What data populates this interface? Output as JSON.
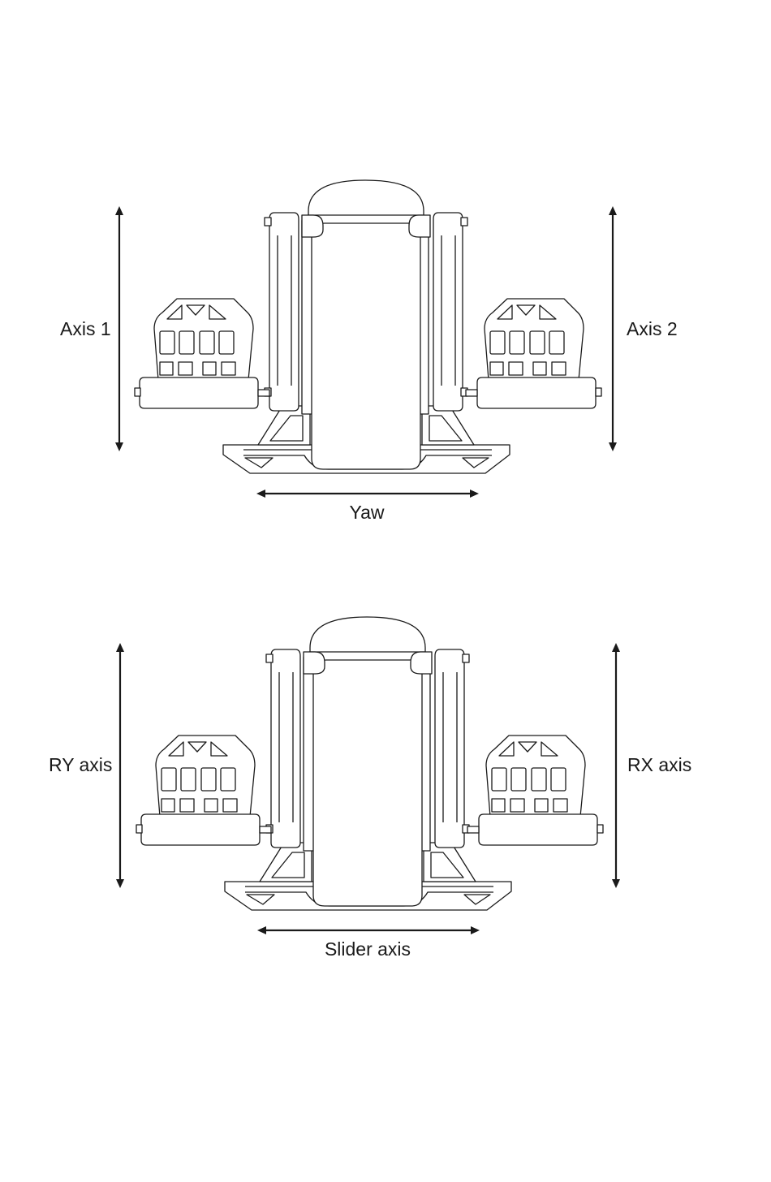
{
  "diagrams": [
    {
      "labels": {
        "left_axis": "Axis 1",
        "right_axis": "Axis 2",
        "bottom_axis": "Yaw"
      }
    },
    {
      "labels": {
        "left_axis": "RY axis",
        "right_axis": "RX axis",
        "bottom_axis": "Slider axis"
      }
    }
  ],
  "colors": {
    "line": "#1a1a1a",
    "background": "#ffffff"
  }
}
